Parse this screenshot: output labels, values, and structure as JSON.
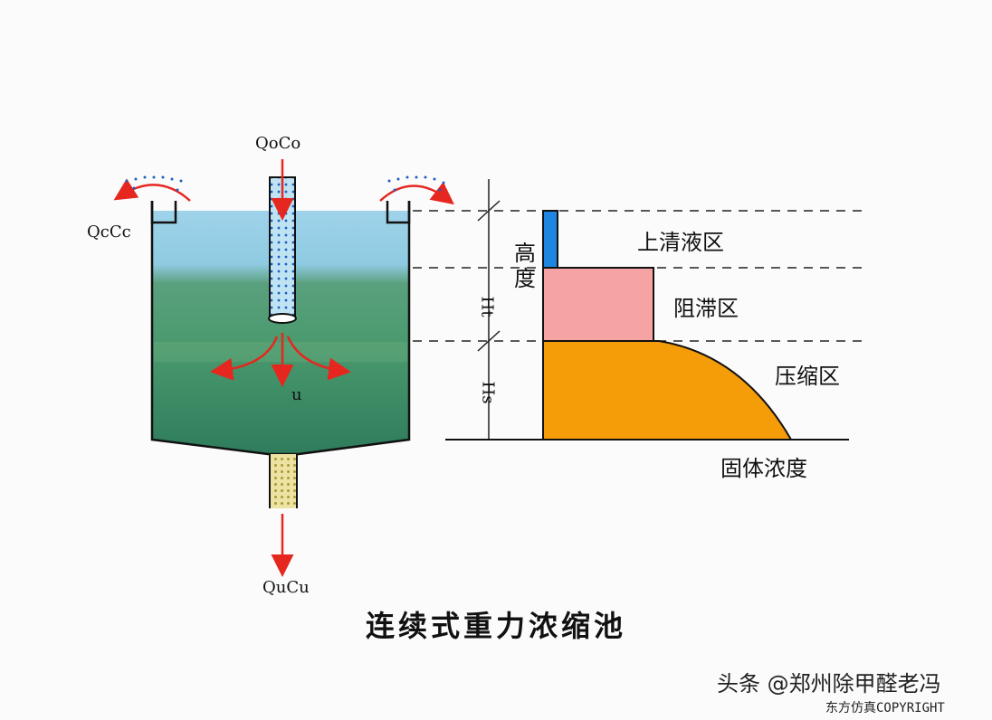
{
  "diagram": {
    "title": "连续式重力浓缩池",
    "labels": {
      "inflow": "QoCo",
      "overflow": "QcCc",
      "underflow": "QuCu",
      "velocity": "u",
      "y_axis": "高度",
      "x_axis": "固体浓度",
      "h_upper": "Ht",
      "h_lower": "Hs"
    },
    "zones": [
      "上清液区",
      "阻滞区",
      "压缩区"
    ],
    "colors": {
      "clear_water": "#a6d6ec",
      "thickening_water": "#2e8b66",
      "pipe_dots": "#1f5fc4",
      "sludge": "#e9dd8e",
      "arrow": "#e5271f",
      "zone_clear": "#1e86e0",
      "zone_hindered": "#f6a3a3",
      "zone_compression": "#f59c09"
    },
    "watermark": {
      "line1": "头条 @郑州除甲醛老冯",
      "line2": "东方仿真COPYRIGHT"
    }
  }
}
